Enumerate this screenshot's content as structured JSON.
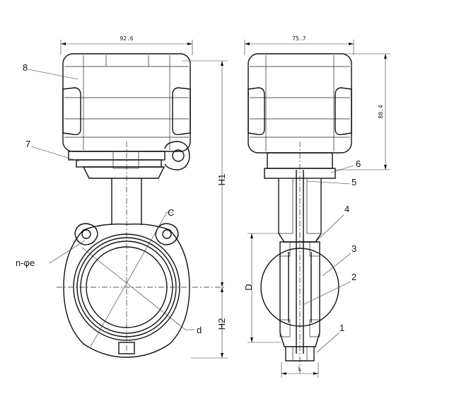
{
  "dimensions": {
    "width_front": "92.6",
    "width_side": "75.7",
    "height_actuator": "80.4",
    "h1": "H1",
    "h2": "H2",
    "d": "D",
    "l": "L"
  },
  "labels": {
    "c": "C",
    "d_small": "d",
    "holes": "n-φe"
  },
  "callouts": [
    "1",
    "2",
    "3",
    "4",
    "5",
    "6",
    "7",
    "8"
  ]
}
